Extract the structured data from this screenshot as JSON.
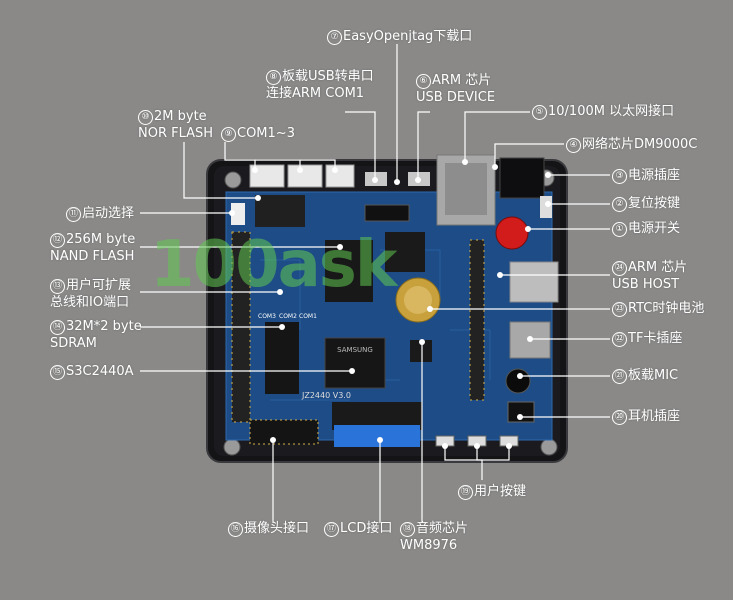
{
  "callouts": [
    {
      "id": "c7",
      "num": "⑦",
      "line1": "EasyOpenjtag下载口",
      "line2": ""
    },
    {
      "id": "c8",
      "num": "⑧",
      "line1": "板载USB转串口",
      "line2": "连接ARM  COM1"
    },
    {
      "id": "c6",
      "num": "⑥",
      "line1": "ARM 芯片",
      "line2": "USB DEVICE"
    },
    {
      "id": "c5",
      "num": "⑤",
      "line1": "10/100M 以太网接口",
      "line2": ""
    },
    {
      "id": "c10",
      "num": "⑩",
      "line1": "2M byte",
      "line2": "NOR FLASH"
    },
    {
      "id": "c9",
      "num": "⑨",
      "line1": "COM1~3",
      "line2": ""
    },
    {
      "id": "c4",
      "num": "④",
      "line1": "网络芯片DM9000C",
      "line2": ""
    },
    {
      "id": "c3",
      "num": "③",
      "line1": "电源插座",
      "line2": ""
    },
    {
      "id": "c2",
      "num": "②",
      "line1": "复位按键",
      "line2": ""
    },
    {
      "id": "c1",
      "num": "①",
      "line1": "电源开关",
      "line2": ""
    },
    {
      "id": "c11",
      "num": "⑪",
      "line1": "启动选择",
      "line2": ""
    },
    {
      "id": "c12",
      "num": "⑫",
      "line1": "256M byte",
      "line2": "NAND FLASH"
    },
    {
      "id": "c24",
      "num": "㉔",
      "line1": "ARM 芯片",
      "line2": "USB HOST"
    },
    {
      "id": "c13",
      "num": "⑬",
      "line1": "用户可扩展",
      "line2": "总线和IO端口"
    },
    {
      "id": "c23",
      "num": "㉓",
      "line1": "RTC时钟电池",
      "line2": ""
    },
    {
      "id": "c14",
      "num": "⑭",
      "line1": "32M*2 byte",
      "line2": "SDRAM"
    },
    {
      "id": "c22",
      "num": "㉒",
      "line1": "TF卡插座",
      "line2": ""
    },
    {
      "id": "c15",
      "num": "⑮",
      "line1": "S3C2440A",
      "line2": ""
    },
    {
      "id": "c21",
      "num": "㉑",
      "line1": "板载MIC",
      "line2": ""
    },
    {
      "id": "c20",
      "num": "⑳",
      "line1": "耳机插座",
      "line2": ""
    },
    {
      "id": "c19",
      "num": "⑲",
      "line1": "用户按键",
      "line2": ""
    },
    {
      "id": "c16",
      "num": "⑯",
      "line1": "摄像头接口",
      "line2": ""
    },
    {
      "id": "c17",
      "num": "⑰",
      "line1": "LCD接口",
      "line2": ""
    },
    {
      "id": "c18",
      "num": "⑱",
      "line1": "音频芯片",
      "line2": "WM8976"
    }
  ],
  "board": {
    "version_label": "JZ2440 V3.0",
    "chip_label": "SAMSUNG",
    "com_labels": [
      "COM3",
      "COM2",
      "COM1"
    ],
    "watermark": "100ask"
  },
  "colors": {
    "background": "#8a8988",
    "pcb": "#1d4c86",
    "frame": "#121214",
    "line": "#ffffff"
  }
}
